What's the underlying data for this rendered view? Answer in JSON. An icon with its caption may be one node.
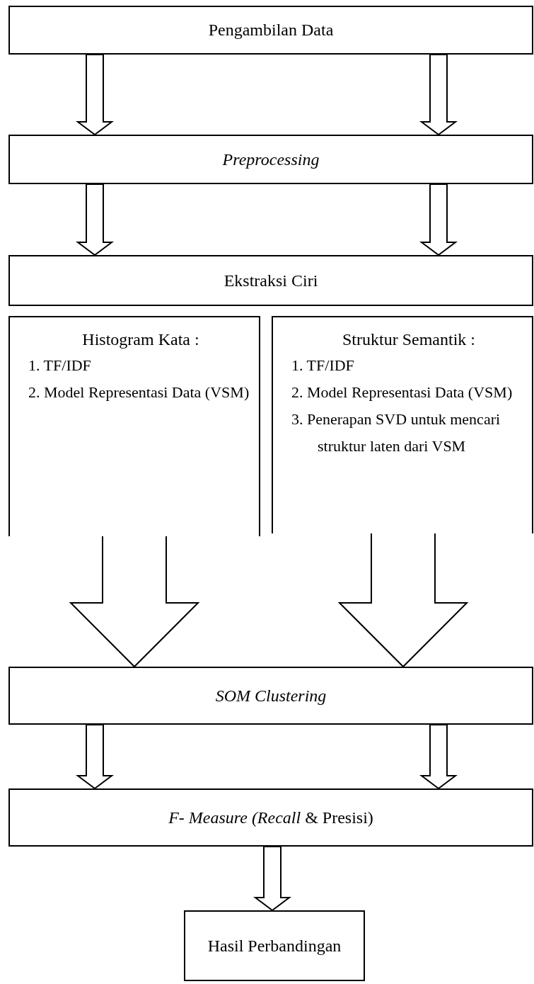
{
  "diagram": {
    "nodes": [
      {
        "text": [
          "Pengambilan Data"
        ]
      },
      {
        "text": [
          "Preprocessing"
        ]
      },
      {
        "text": [
          "Ekstraksi Ciri"
        ]
      },
      {
        "text": [
          "Histogram Kata :",
          "1. TF/IDF",
          "2. Model Representasi Data (VSM)"
        ]
      },
      {
        "text": [
          "Struktur Semantik :",
          "1. TF/IDF",
          "2. Model Representasi Data (VSM)",
          "3. Penerapan SVD untuk mencari struktur laten dari VSM"
        ]
      },
      {
        "text": [
          "SOM Clustering"
        ]
      },
      {
        "text": [
          "*F- Measure (Recall* & Presisi)"
        ]
      },
      {
        "text": [
          "Hasil Perbandingan"
        ]
      }
    ],
    "edges": [
      {
        "from": 0,
        "to": 1,
        "arrow": "to"
      },
      {
        "from": 0,
        "to": 1,
        "arrow": "to"
      },
      {
        "from": 1,
        "to": 2,
        "arrow": "to"
      },
      {
        "from": 1,
        "to": 2,
        "arrow": "to"
      },
      {
        "from": 3,
        "to": 5,
        "arrow": "to",
        "style": "thick"
      },
      {
        "from": 4,
        "to": 5,
        "arrow": "to",
        "style": "thick"
      },
      {
        "from": 5,
        "to": 6,
        "arrow": "to"
      },
      {
        "from": 5,
        "to": 6,
        "arrow": "to"
      },
      {
        "from": 6,
        "to": 7,
        "arrow": "to"
      }
    ]
  }
}
